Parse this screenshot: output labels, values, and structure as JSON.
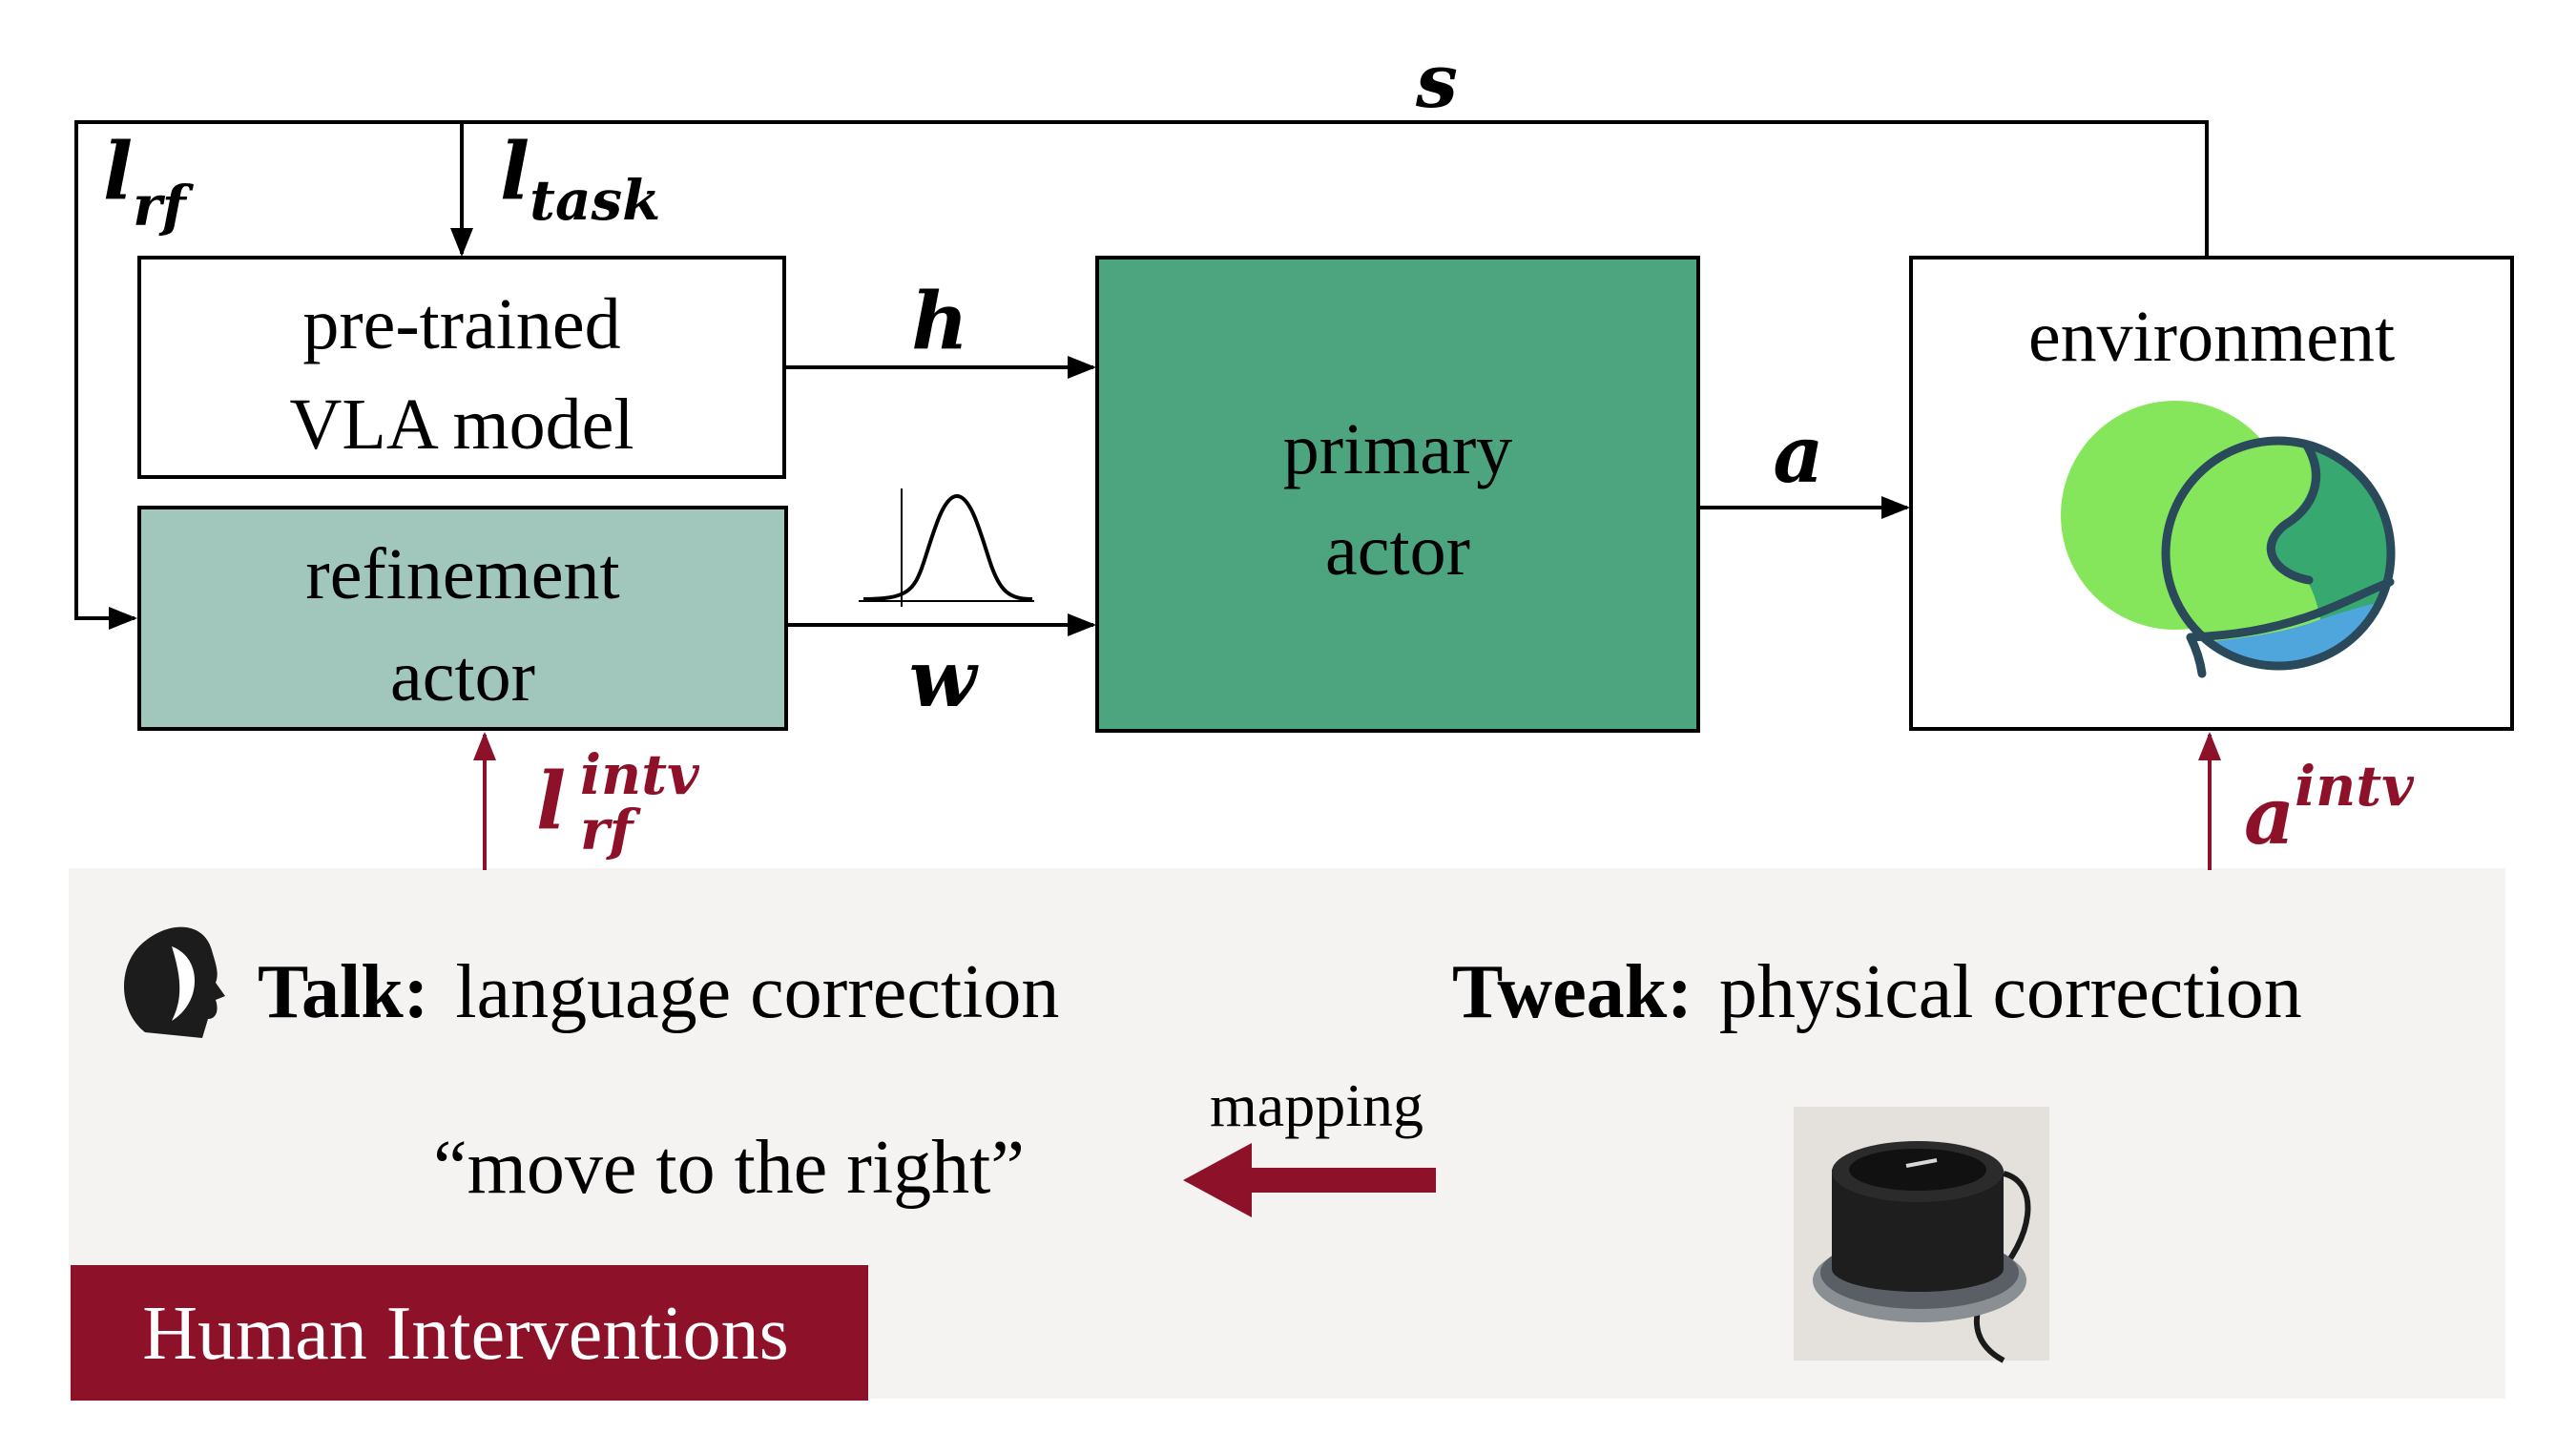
{
  "blocks": {
    "vla": {
      "line1": "pre-trained",
      "line2": "VLA model"
    },
    "refinement": {
      "line1": "refinement",
      "line2": "actor"
    },
    "primary": {
      "line1": "primary",
      "line2": "actor"
    },
    "environment": {
      "label": "environment"
    }
  },
  "signals": {
    "s": "s",
    "l": "l",
    "rf": "rf",
    "task": "task",
    "h": "h",
    "w": "w",
    "a": "a",
    "intv": "intv"
  },
  "interventions": {
    "talk_title": "Talk:",
    "talk_desc": "language correction",
    "tweak_title": "Tweak:",
    "tweak_desc": "physical correction",
    "quote": "“move to the right”",
    "mapping": "mapping",
    "banner": "Human Interventions"
  },
  "colors": {
    "primary_fill": "#4ca57f",
    "refinement_fill": "#a1c6bc",
    "intervention": "#8d1128",
    "panel_bg": "#f5f2f2",
    "globe_light": "#86e65b",
    "globe_teal": "#36a870",
    "globe_blue": "#4fa6dc",
    "globe_outline": "#2a4a5c"
  }
}
